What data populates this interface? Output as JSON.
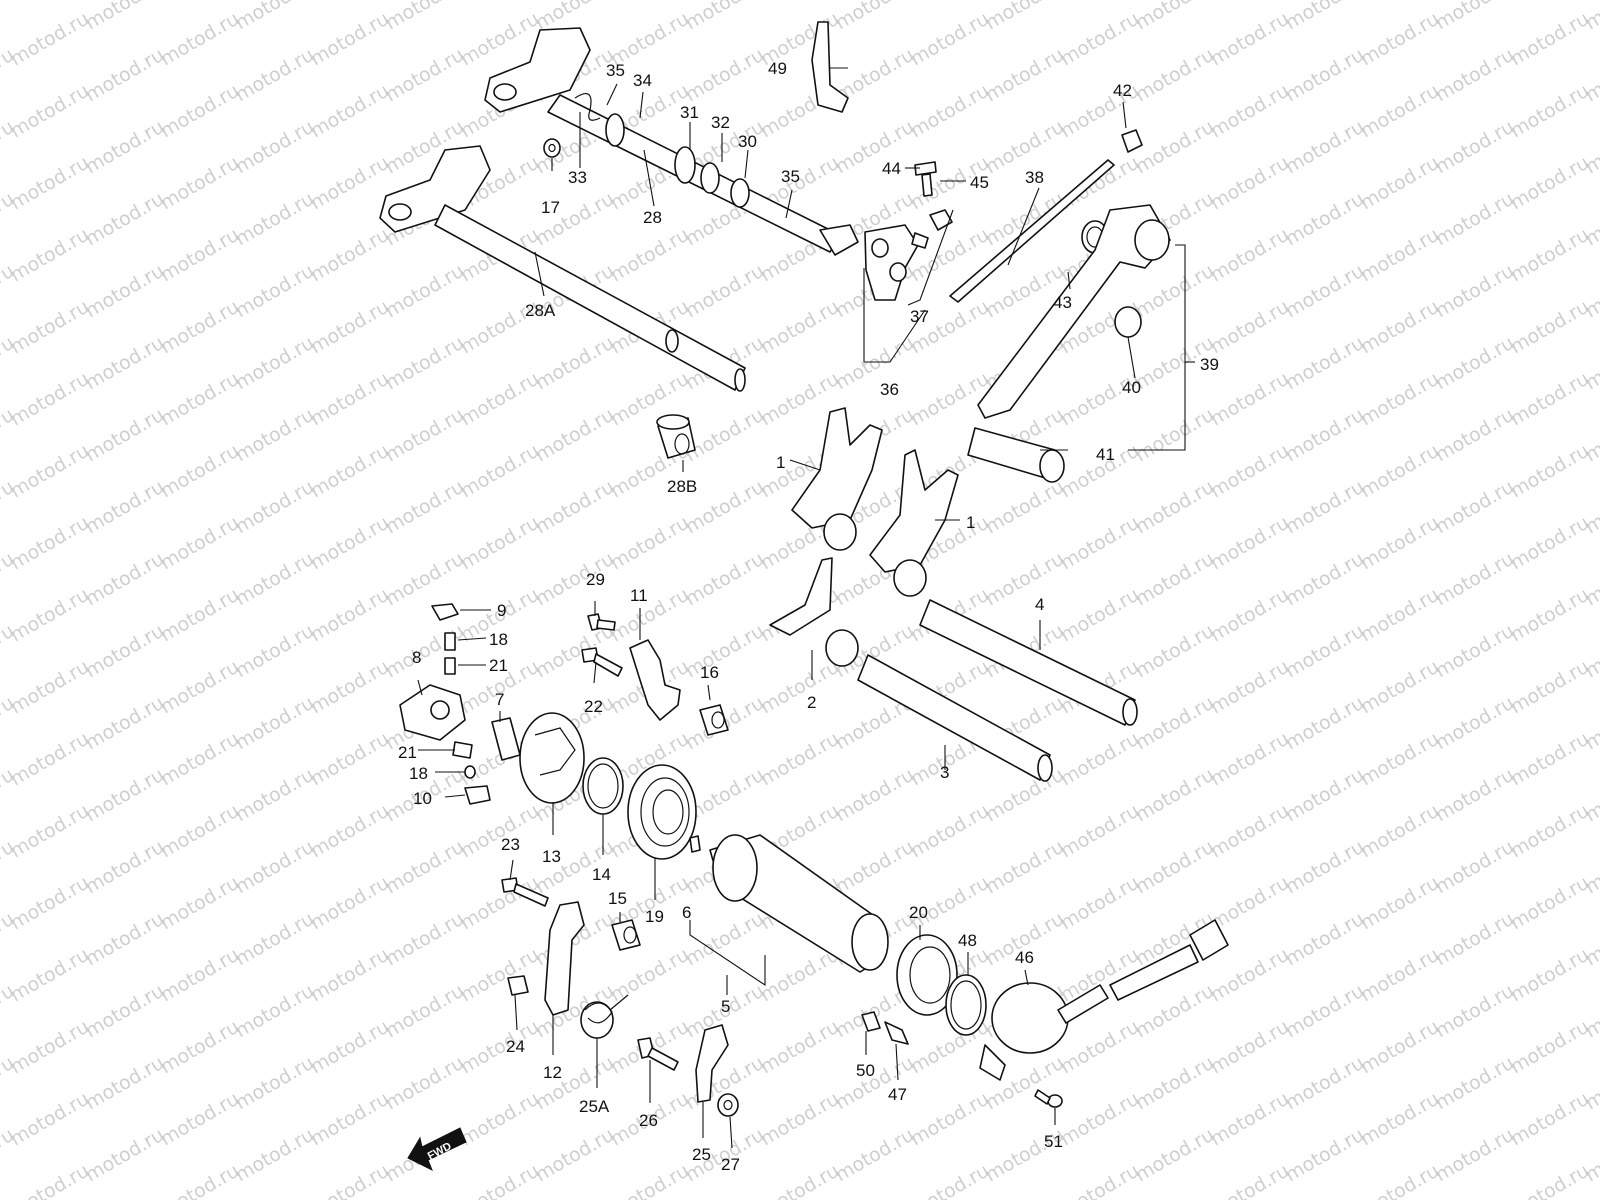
{
  "watermark": "motod.ru",
  "fwd_label": "FWD",
  "labels": {
    "p1a": "1",
    "p1b": "1",
    "p2": "2",
    "p3": "3",
    "p4": "4",
    "p5": "5",
    "p6": "6",
    "p7": "7",
    "p8": "8",
    "p9": "9",
    "p10": "10",
    "p11": "11",
    "p12": "12",
    "p13": "13",
    "p14": "14",
    "p15": "15",
    "p16": "16",
    "p17": "17",
    "p18a": "18",
    "p18b": "18",
    "p19": "19",
    "p20": "20",
    "p21a": "21",
    "p21b": "21",
    "p22": "22",
    "p23": "23",
    "p24": "24",
    "p25": "25",
    "p25A": "25A",
    "p26": "26",
    "p27": "27",
    "p28": "28",
    "p28A": "28A",
    "p28B": "28B",
    "p29": "29",
    "p30": "30",
    "p31": "31",
    "p32": "32",
    "p33": "33",
    "p34": "34",
    "p35a": "35",
    "p35b": "35",
    "p36": "36",
    "p37": "37",
    "p38": "38",
    "p39": "39",
    "p40": "40",
    "p41": "41",
    "p42": "42",
    "p43": "43",
    "p44": "44",
    "p45": "45",
    "p46": "46",
    "p47": "47",
    "p48": "48",
    "p49": "49",
    "p50": "50",
    "p51": "51"
  }
}
